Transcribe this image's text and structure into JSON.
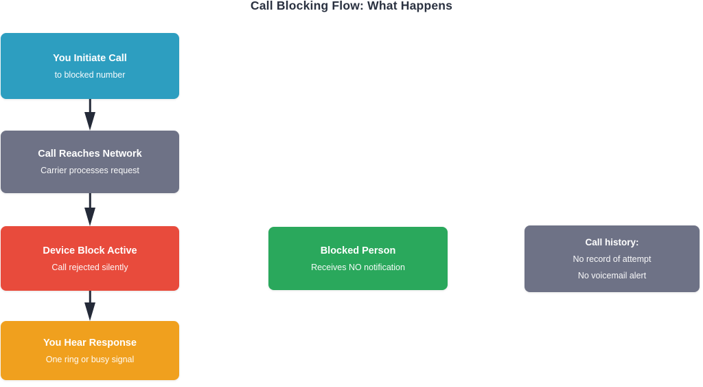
{
  "title": "Call Blocking Flow: What Happens",
  "accent_colors": {
    "teal": "#2D9EC0",
    "slate": "#6E7286",
    "red": "#E84B3C",
    "orange": "#F0A01E",
    "green": "#2AA85C",
    "arrow": "#242A38",
    "title_text": "#2A3140"
  },
  "flow": {
    "steps": [
      {
        "title": "You Initiate Call",
        "subtitle": "to blocked number",
        "color": "#2D9EC0"
      },
      {
        "title": "Call Reaches Network",
        "subtitle": "Carrier processes request",
        "color": "#6E7286"
      },
      {
        "title": "Device Block Active",
        "subtitle": "Call rejected silently",
        "color": "#E84B3C"
      },
      {
        "title": "You Hear Response",
        "subtitle": "One ring or busy signal",
        "color": "#F0A01E"
      }
    ]
  },
  "side_nodes": {
    "blocked_person": {
      "title": "Blocked Person",
      "subtitle": "Receives NO notification",
      "color": "#2AA85C"
    },
    "call_history": {
      "title": "Call history:",
      "line1": "No record of attempt",
      "line2": "No voicemail alert",
      "color": "#6E7286"
    }
  }
}
